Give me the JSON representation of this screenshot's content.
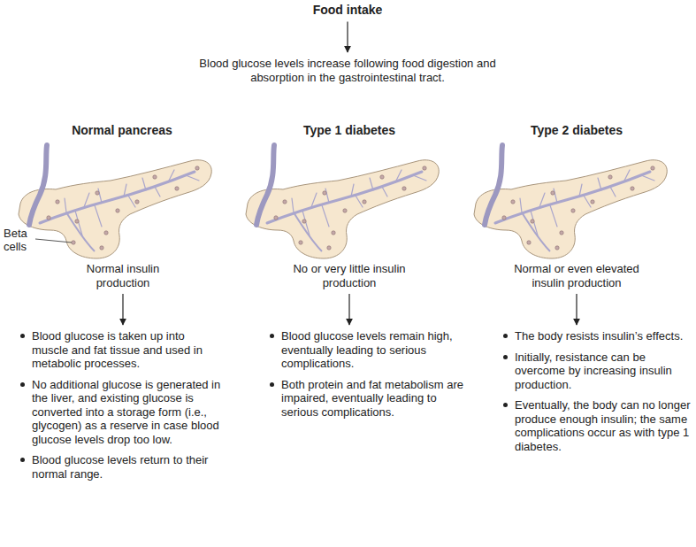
{
  "diagram": {
    "nodes": [
      {
        "text": [
          "Food intake"
        ]
      },
      {
        "text": [
          "Blood glucose levels increase following food digestion and absorption in the gastrointestinal tract."
        ]
      },
      {
        "text": [
          "Normal insulin production"
        ]
      },
      {
        "text": [
          "Blood glucose is taken up into muscle and fat tissue and used in metabolic processes.",
          "No additional glucose is generated in the liver, and existing glucose is converted into a storage form (i.e., glycogen) as a reserve in case blood glucose levels drop too low.",
          "Blood glucose levels return to their normal range."
        ]
      },
      {
        "text": [
          "No or very little insulin production"
        ]
      },
      {
        "text": [
          "Blood glucose levels remain high, eventually leading to serious complications.",
          "Both protein and fat metabolism are impaired, eventually leading to serious complications."
        ]
      },
      {
        "text": [
          "Normal or even elevated insulin production"
        ]
      },
      {
        "text": [
          "The body resists insulin’s effects.",
          "Initially, resistance can be overcome by increasing insulin production.",
          "Eventually, the body can no longer produce enough insulin; the same complications occur as with type 1 diabetes."
        ]
      }
    ],
    "edges": [
      {
        "from": 0,
        "to": 1,
        "arrow": "to"
      },
      {
        "from": 2,
        "to": 3,
        "arrow": "to"
      },
      {
        "from": 4,
        "to": 5,
        "arrow": "to"
      },
      {
        "from": 6,
        "to": 7,
        "arrow": "to"
      }
    ],
    "labels": [
      "Normal pancreas",
      "Type 1 diabetes",
      "Type 2 diabetes",
      "Beta cells"
    ]
  }
}
